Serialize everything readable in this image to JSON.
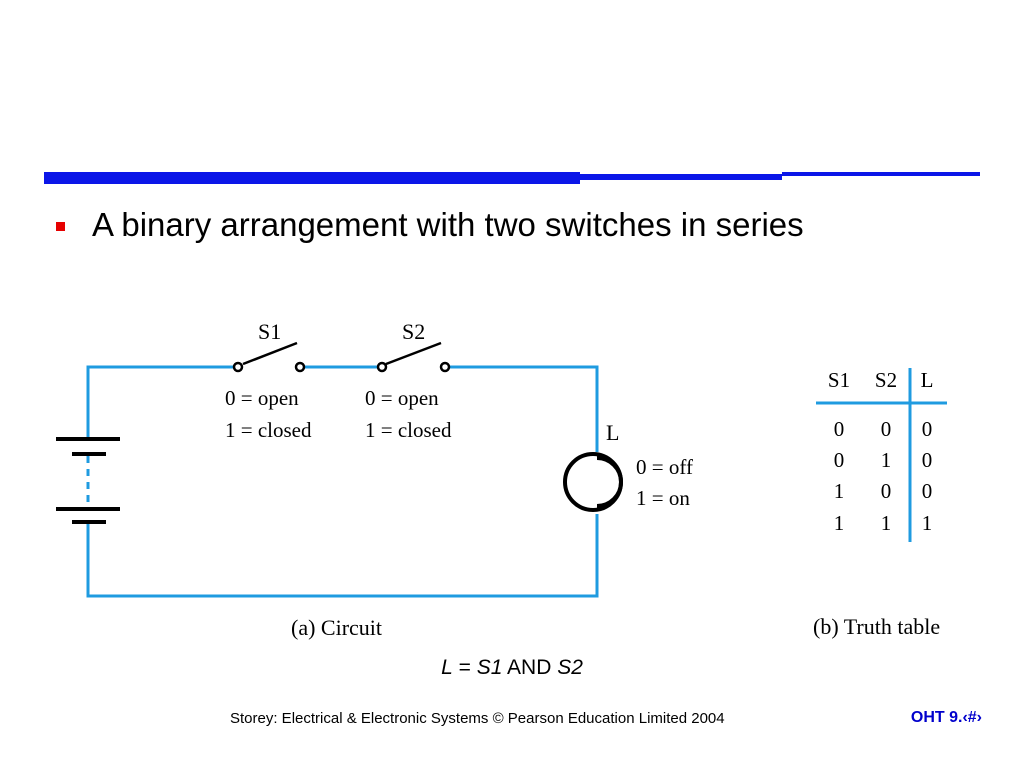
{
  "bullet": {
    "text": "A binary arrangement with two switches in series"
  },
  "circuit": {
    "s1_label": "S1",
    "s2_label": "S2",
    "s1_state0": "0 = open",
    "s1_state1": "1 = closed",
    "s2_state0": "0 = open",
    "s2_state1": "1 = closed",
    "lamp_label": "L",
    "lamp_state0": "0 = off",
    "lamp_state1": "1 = on",
    "caption": "(a) Circuit"
  },
  "truth_table": {
    "headers": [
      "S1",
      "S2",
      "L"
    ],
    "rows": [
      [
        "0",
        "0",
        "0"
      ],
      [
        "0",
        "1",
        "0"
      ],
      [
        "1",
        "0",
        "0"
      ],
      [
        "1",
        "1",
        "1"
      ]
    ],
    "caption": "(b) Truth table"
  },
  "equation": {
    "lhs": "L",
    "eq": " = ",
    "a": "S1",
    "op": " AND ",
    "b": "S2"
  },
  "footer": {
    "text": "Storey: Electrical & Electronic Systems © Pearson Education Limited 2004",
    "slide": "OHT 9.‹#›"
  },
  "colors": {
    "wire": "#1f9be0",
    "rule": "#0b16e8",
    "bullet": "#e60000",
    "slide_number": "#0000cc"
  }
}
